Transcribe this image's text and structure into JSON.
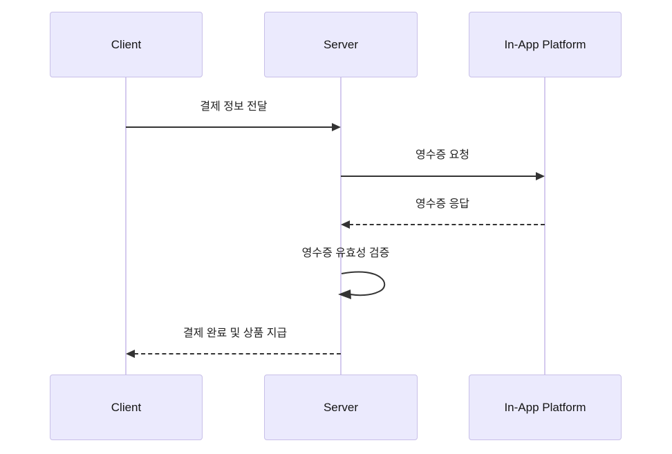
{
  "diagram": {
    "type": "sequence-diagram",
    "background": "#ffffff",
    "colors": {
      "actor_fill": "#ebeafd",
      "actor_border": "#c8bfe8",
      "lifeline": "#d4caee",
      "arrow": "#333333",
      "label_text": "#222222",
      "actor_text": "#141414"
    },
    "actors": [
      {
        "id": "client",
        "label": "Client"
      },
      {
        "id": "server",
        "label": "Server"
      },
      {
        "id": "platform",
        "label": "In-App Platform"
      }
    ],
    "messages": [
      {
        "from": "Client",
        "to": "Server",
        "label": "결제 정보 전달",
        "line": "solid",
        "kind": "message"
      },
      {
        "from": "Server",
        "to": "In-App Platform",
        "label": "영수증 요청",
        "line": "solid",
        "kind": "message"
      },
      {
        "from": "In-App Platform",
        "to": "Server",
        "label": "영수증 응답",
        "line": "dashed",
        "kind": "message"
      },
      {
        "from": "Server",
        "to": "Server",
        "label": "영수증 유효성 검증",
        "line": "solid",
        "kind": "self-loop"
      },
      {
        "from": "Server",
        "to": "Client",
        "label": "결제 완료 및 상품 지급",
        "line": "dashed",
        "kind": "message"
      }
    ]
  }
}
